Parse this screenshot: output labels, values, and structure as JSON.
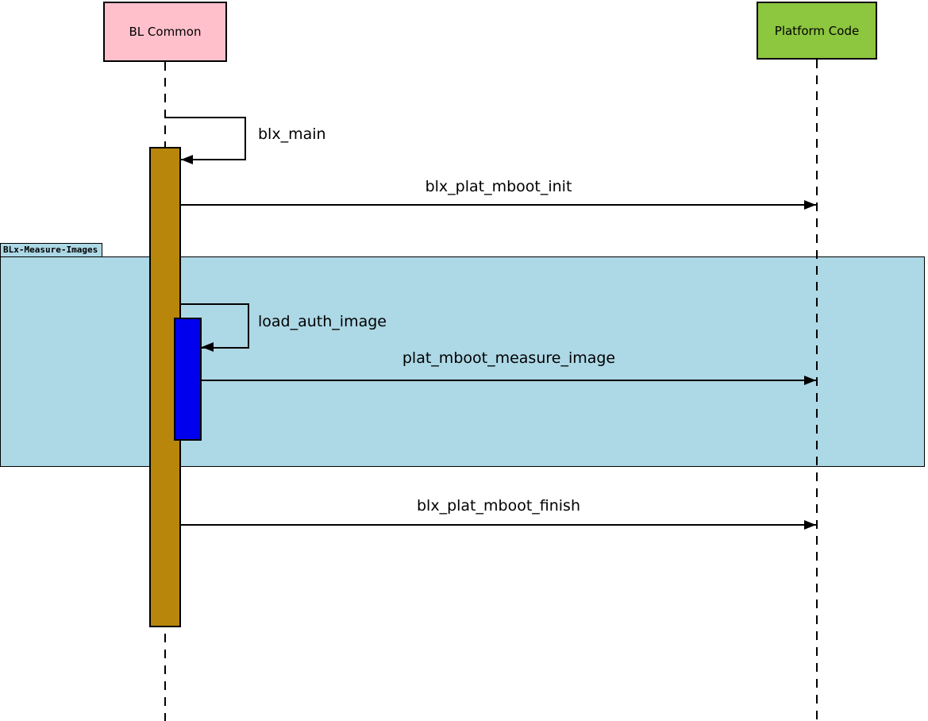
{
  "diagram": {
    "type": "sequence",
    "actors": [
      {
        "name": "BL Common",
        "color": "#FFC0CB"
      },
      {
        "name": "Platform Code",
        "color": "#8DC63F"
      }
    ],
    "frame": {
      "label": "BLx-Measure-Images",
      "fill": "#ADD8E6"
    },
    "messages": [
      {
        "label": "blx_main",
        "type": "self",
        "from": "BL Common",
        "to": "BL Common"
      },
      {
        "label": "blx_plat_mboot_init",
        "type": "call",
        "from": "BL Common",
        "to": "Platform Code"
      },
      {
        "label": "load_auth_image",
        "type": "self",
        "from": "BL Common",
        "to": "BL Common"
      },
      {
        "label": "plat_mboot_measure_image",
        "type": "call",
        "from": "BL Common",
        "to": "Platform Code"
      },
      {
        "label": "blx_plat_mboot_finish",
        "type": "call",
        "from": "BL Common",
        "to": "Platform Code"
      }
    ],
    "activation_colors": {
      "outer": "#B8860B",
      "inner": "#0000EE"
    }
  }
}
